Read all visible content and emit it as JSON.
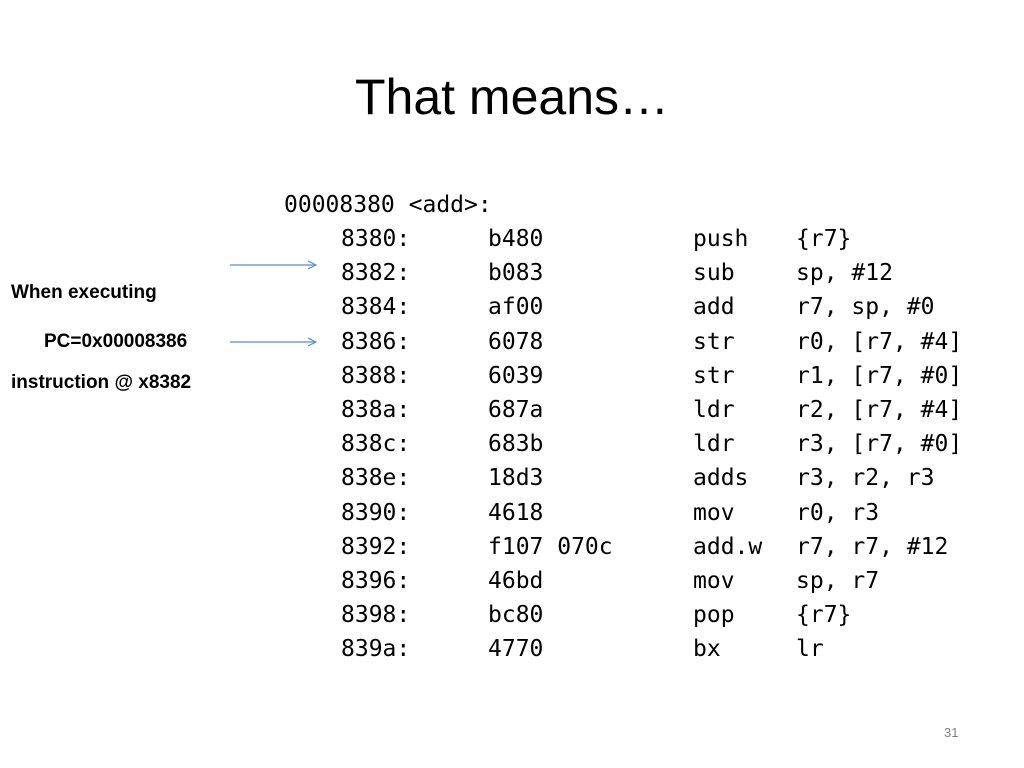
{
  "slide": {
    "title": "That means…",
    "page_number": "31"
  },
  "code": {
    "header": "00008380 <add>:",
    "rows": [
      {
        "addr": "8380:",
        "hex": "b480",
        "mnemonic": "push",
        "operands": "{r7}"
      },
      {
        "addr": "8382:",
        "hex": "b083",
        "mnemonic": "sub",
        "operands": "sp, #12"
      },
      {
        "addr": "8384:",
        "hex": "af00",
        "mnemonic": "add",
        "operands": "r7, sp, #0"
      },
      {
        "addr": "8386:",
        "hex": "6078",
        "mnemonic": "str",
        "operands": "r0, [r7, #4]"
      },
      {
        "addr": "8388:",
        "hex": "6039",
        "mnemonic": "str",
        "operands": "r1, [r7, #0]"
      },
      {
        "addr": "838a:",
        "hex": "687a",
        "mnemonic": "ldr",
        "operands": "r2, [r7, #4]"
      },
      {
        "addr": "838c:",
        "hex": "683b",
        "mnemonic": "ldr",
        "operands": "r3, [r7, #0]"
      },
      {
        "addr": "838e:",
        "hex": "18d3",
        "mnemonic": "adds",
        "operands": "r3, r2, r3"
      },
      {
        "addr": "8390:",
        "hex": "4618",
        "mnemonic": "mov",
        "operands": "r0, r3"
      },
      {
        "addr": "8392:",
        "hex": "f107 070c",
        "mnemonic": "add.w",
        "operands": "r7, r7, #12"
      },
      {
        "addr": "8396:",
        "hex": "46bd",
        "mnemonic": "mov",
        "operands": "sp, r7"
      },
      {
        "addr": "8398:",
        "hex": "bc80",
        "mnemonic": "pop",
        "operands": "{r7}"
      },
      {
        "addr": "839a:",
        "hex": "4770",
        "mnemonic": "bx",
        "operands": "lr"
      }
    ]
  },
  "annotations": {
    "executing_line1": "When executing",
    "executing_line2": "instruction @ x8382",
    "pc_label": "PC=0x00008386"
  },
  "colors": {
    "arrow": "#5b8fc9",
    "text": "#000000",
    "page_number": "#808080"
  }
}
